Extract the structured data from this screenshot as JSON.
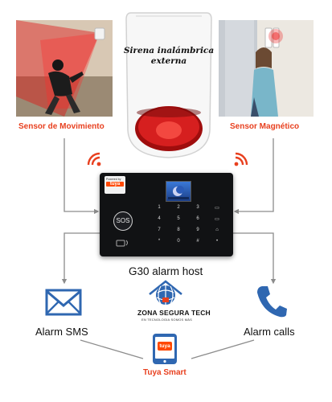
{
  "siren": {
    "title": "Sirena inalámbrica externa"
  },
  "sensors": {
    "motion_label": "Sensor de Movimiento",
    "magnetic_label": "Sensor Magnético"
  },
  "host": {
    "label": "G30 alarm host",
    "sos_label": "SOS",
    "tag_top": "Powered by",
    "tag_brand": "tuya"
  },
  "logo": {
    "name": "ZONA SEGURA TECH",
    "tagline": "EN TECNOLOGIA SOMOS MÁS"
  },
  "outputs": {
    "sms_label": "Alarm SMS",
    "calls_label": "Alarm calls",
    "app_label": "Tuya Smart",
    "app_icon_text": "tuya"
  },
  "colors": {
    "accent_red": "#e8401f",
    "icon_blue": "#2f67b1",
    "line_gray": "#8c8c8c"
  }
}
